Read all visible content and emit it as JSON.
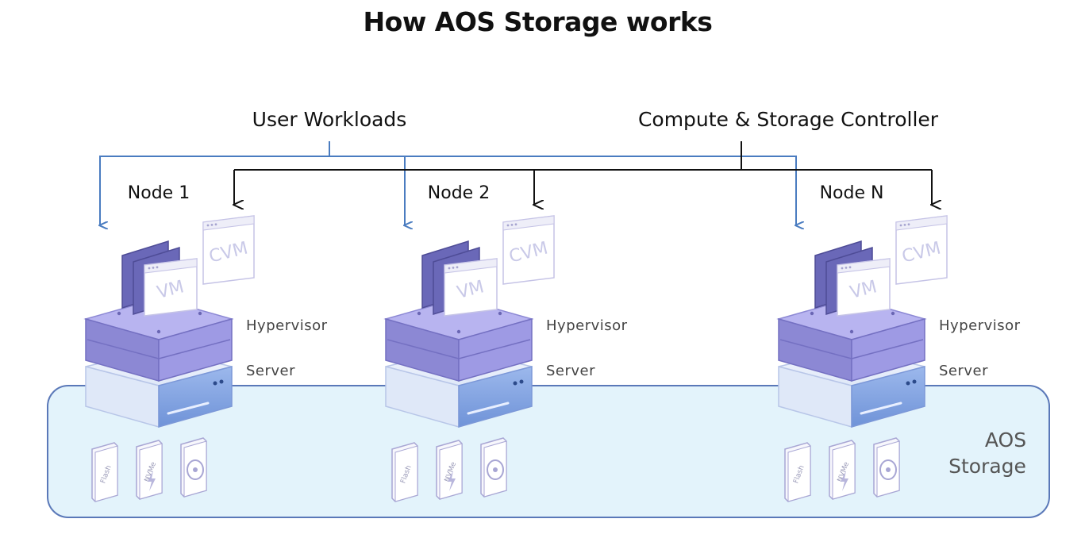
{
  "title": "How AOS Storage works",
  "labels": {
    "user_workloads": "User Workloads",
    "controller": "Compute & Storage Controller",
    "aos_line1": "AOS",
    "aos_line2": "Storage"
  },
  "nodes": [
    {
      "name": "Node 1",
      "vm": "VM",
      "cvm": "CVM",
      "hypervisor": "Hypervisor",
      "server": "Server",
      "disks": [
        "Flash",
        "NVMe",
        ""
      ]
    },
    {
      "name": "Node 2",
      "vm": "VM",
      "cvm": "CVM",
      "hypervisor": "Hypervisor",
      "server": "Server",
      "disks": [
        "Flash",
        "NVMe",
        ""
      ]
    },
    {
      "name": "Node N",
      "vm": "VM",
      "cvm": "CVM",
      "hypervisor": "Hypervisor",
      "server": "Server",
      "disks": [
        "Flash",
        "NVMe",
        ""
      ]
    }
  ],
  "colors": {
    "blue_line": "#4a7cc0",
    "black_line": "#111111",
    "storage_fill": "#e3f3fb",
    "storage_stroke": "#5a78b8",
    "hypervisor": "#9e9ae4",
    "vm_stack": "#6a68b8"
  },
  "icons": [
    "vm-window-icon",
    "cvm-window-icon",
    "hypervisor-box-icon",
    "server-box-icon",
    "flash-disk-icon",
    "nvme-disk-icon",
    "hdd-disk-icon"
  ]
}
